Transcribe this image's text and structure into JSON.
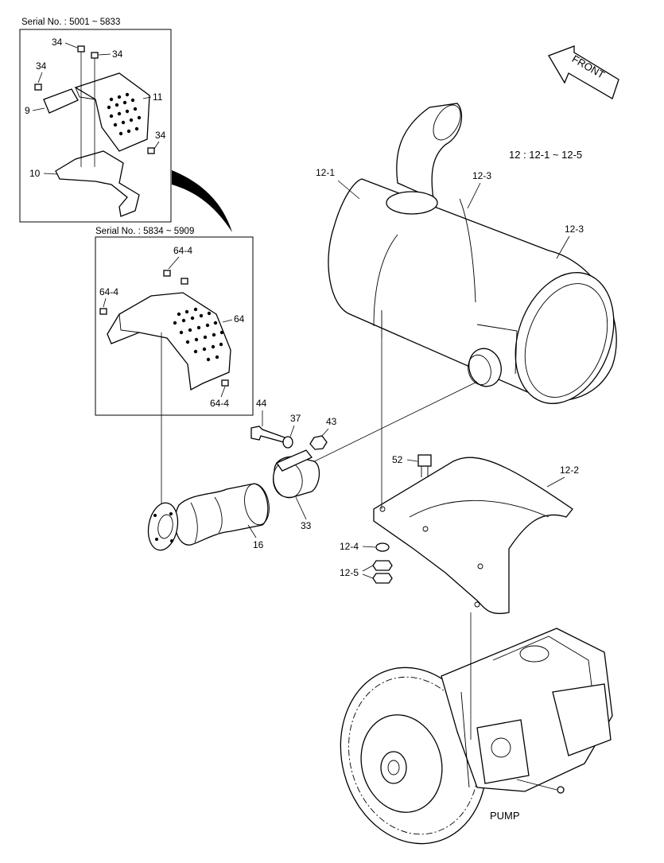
{
  "serial_boxes": [
    {
      "label": "Serial No. : 5001 ~ 5833"
    },
    {
      "label": "Serial No. : 5834 ~ 5909"
    }
  ],
  "front_label": "FRONT",
  "assembly_note": "12 : 12-1 ~ 12-5",
  "pump_label": "PUMP",
  "callouts": {
    "c34a": "34",
    "c34b": "34",
    "c34c": "34",
    "c34d": "34",
    "c9": "9",
    "c10": "10",
    "c11": "11",
    "c64_4a": "64-4",
    "c64_4b": "64-4",
    "c64_4c": "64-4",
    "c64": "64",
    "c12_1": "12-1",
    "c12_3a": "12-3",
    "c12_3b": "12-3",
    "c12_2": "12-2",
    "c44": "44",
    "c37": "37",
    "c43": "43",
    "c52": "52",
    "c33": "33",
    "c16": "16",
    "c12_4": "12-4",
    "c12_5": "12-5"
  }
}
